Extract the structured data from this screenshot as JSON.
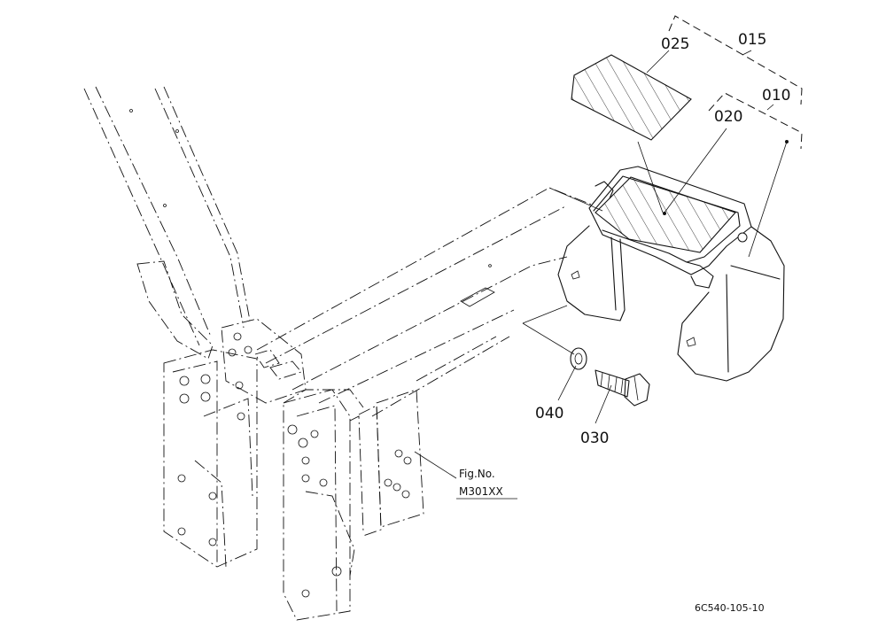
{
  "callouts": {
    "c015": "015",
    "c025": "025",
    "c010": "010",
    "c020": "020",
    "c040": "040",
    "c030": "030"
  },
  "reference": {
    "line1": "Fig.No.",
    "line2": "M301XX"
  },
  "drawing_code": "6C540-105-10"
}
